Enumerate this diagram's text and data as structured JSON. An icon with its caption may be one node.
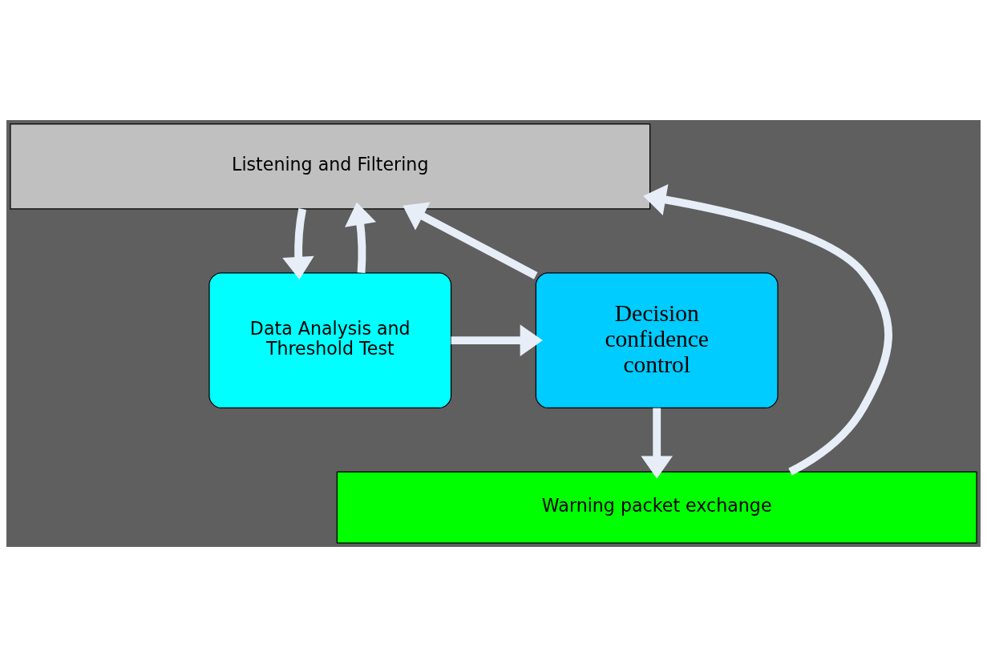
{
  "diagram": {
    "nodes": [
      {
        "text": [
          "Listening and Filtering"
        ]
      },
      {
        "text": [
          "Data Analysis and Threshold Test"
        ]
      },
      {
        "text": [
          "Decision confidence control"
        ]
      },
      {
        "text": [
          "Warning packet exchange"
        ]
      }
    ],
    "edges": [
      {
        "from": 3,
        "to": 0,
        "arrow": "to"
      },
      {
        "from": 1,
        "to": 0,
        "arrow": "to"
      },
      {
        "from": 0,
        "to": 1,
        "arrow": "to"
      },
      {
        "from": 1,
        "to": 2,
        "arrow": "to"
      },
      {
        "from": 2,
        "to": 0,
        "arrow": "to"
      },
      {
        "from": 2,
        "to": 3,
        "arrow": "to"
      }
    ]
  }
}
